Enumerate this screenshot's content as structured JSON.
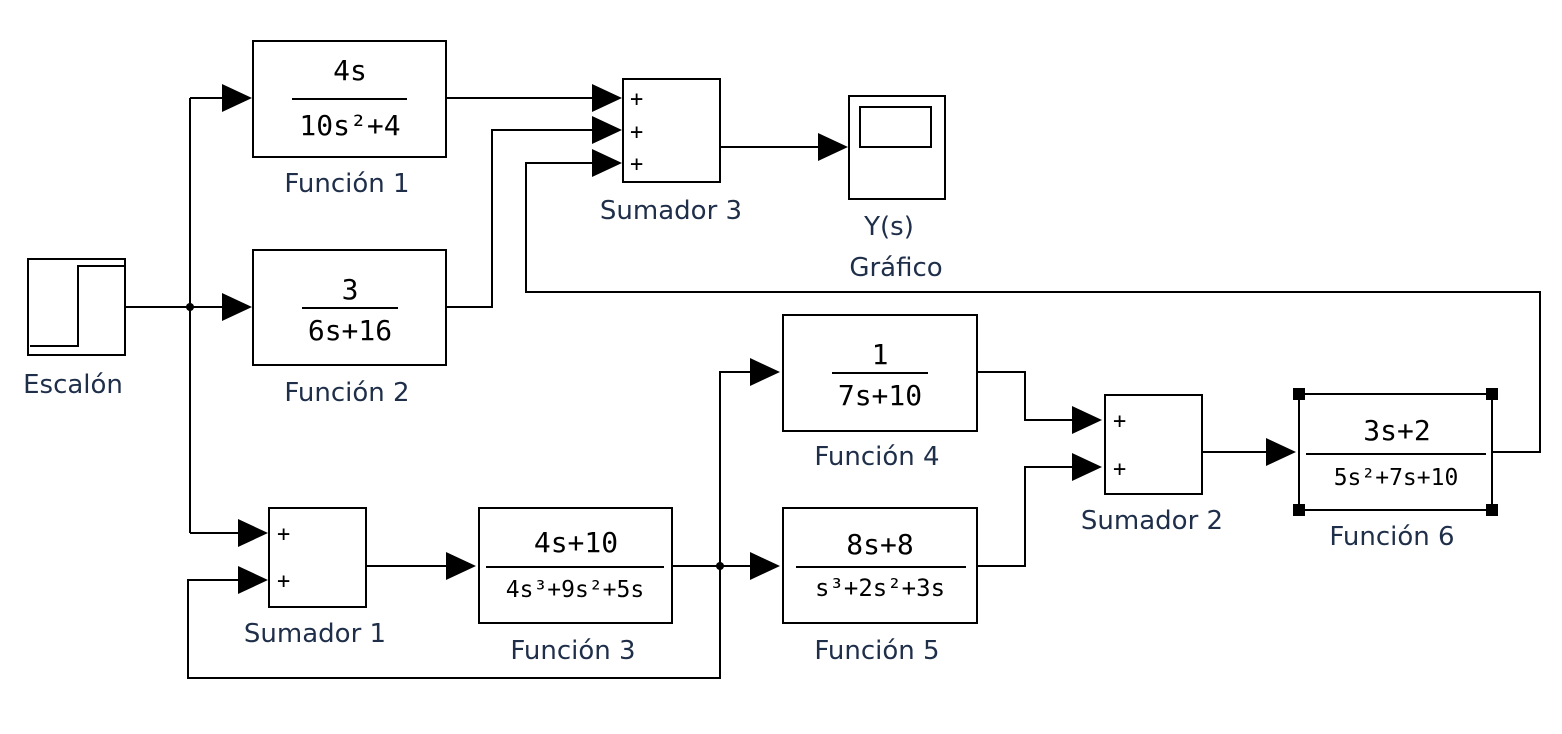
{
  "blocks": {
    "escalon": {
      "label": "Escalón"
    },
    "f1": {
      "num": "4s",
      "den": "10s²+4",
      "label": "Función 1"
    },
    "f2": {
      "num": "3",
      "den": "6s+16",
      "label": "Función 2"
    },
    "f3": {
      "num": "4s+10",
      "den": "4s³+9s²+5s",
      "label": "Función 3"
    },
    "f4": {
      "num": "1",
      "den": "7s+10",
      "label": "Función 4"
    },
    "f5": {
      "num": "8s+8",
      "den": "s³+2s²+3s",
      "label": "Función 5"
    },
    "f6": {
      "num": "3s+2",
      "den": "5s²+7s+10",
      "label": "Función 6"
    },
    "sum1": {
      "label": "Sumador 1",
      "signs": [
        "+",
        "+"
      ]
    },
    "sum2": {
      "label": "Sumador 2",
      "signs": [
        "+",
        "+"
      ]
    },
    "sum3": {
      "label": "Sumador 3",
      "signs": [
        "+",
        "+",
        "+"
      ]
    },
    "scope": {
      "label1": "Y(s)",
      "label2": "Gráfico"
    }
  }
}
